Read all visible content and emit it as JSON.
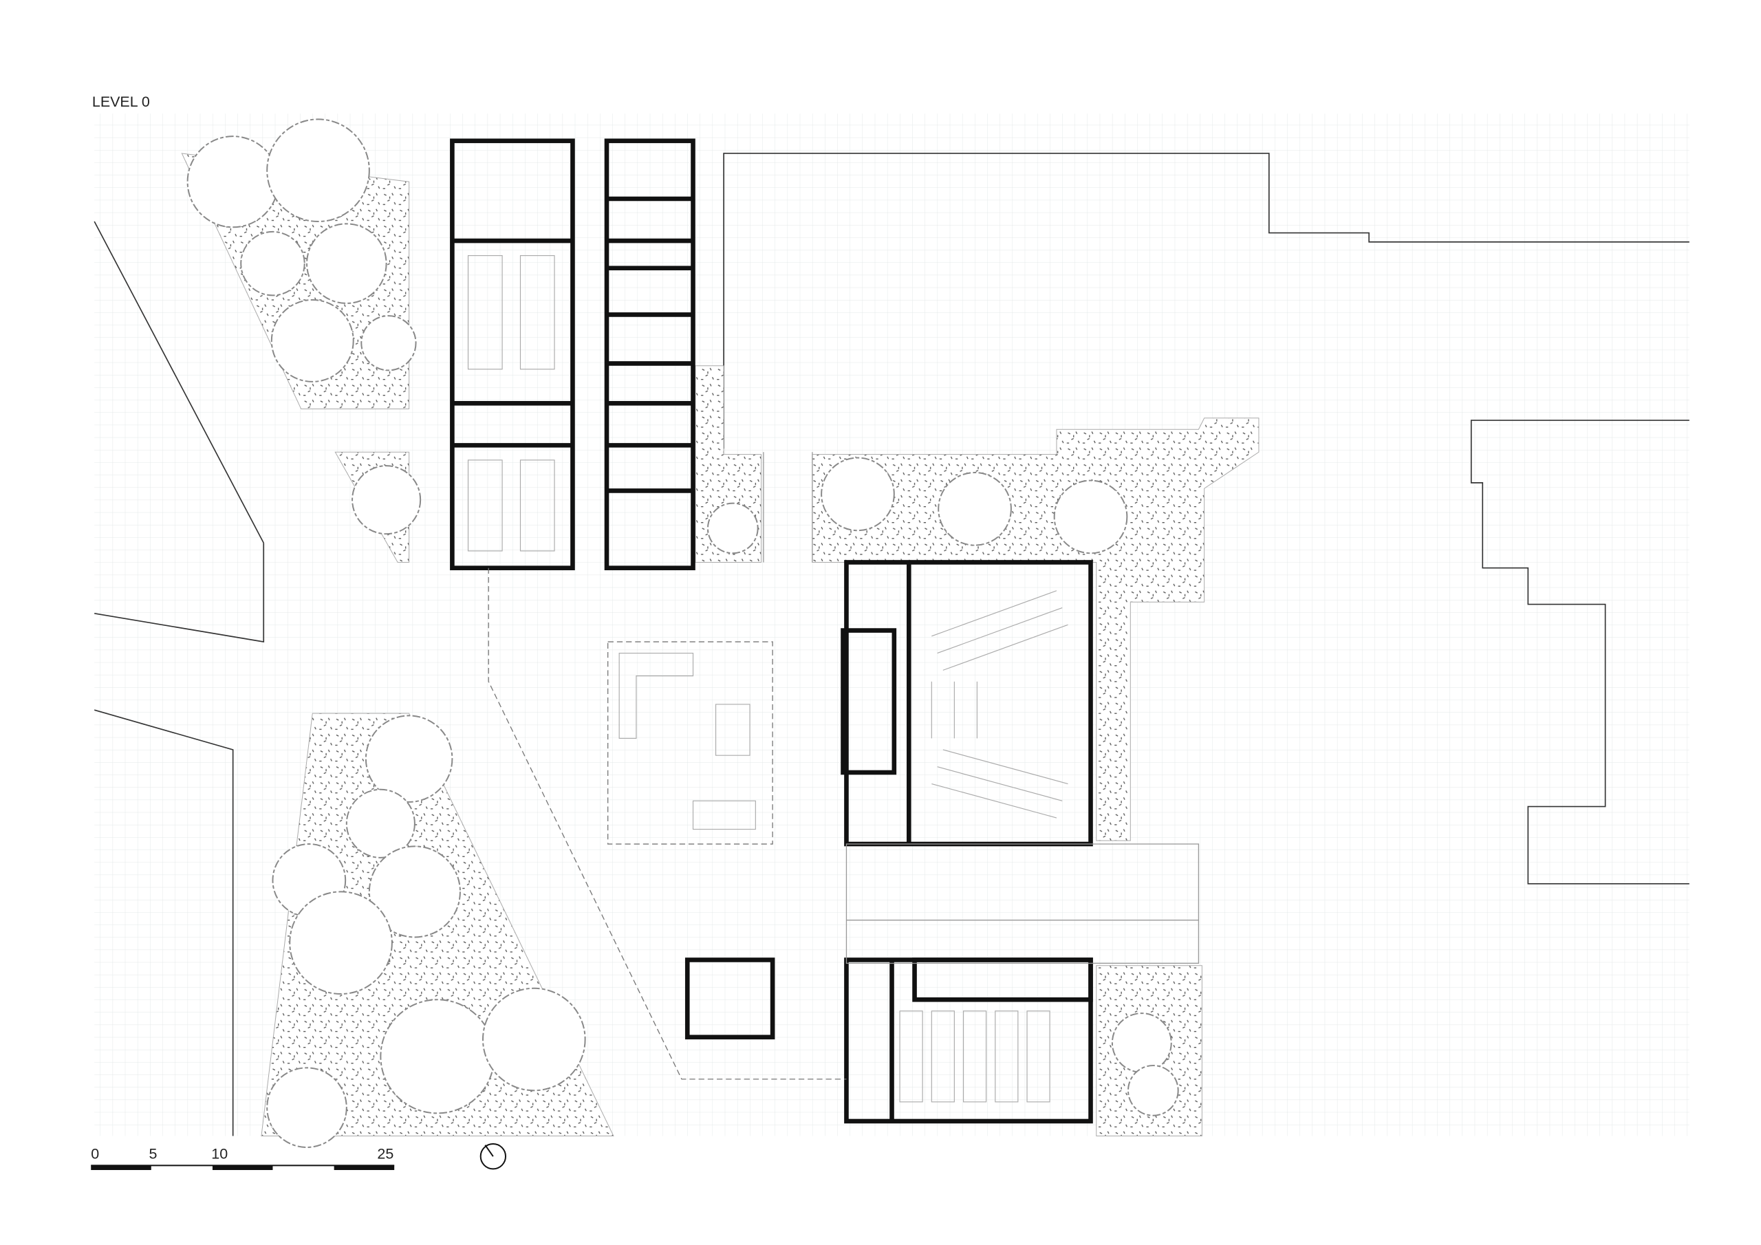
{
  "title": "LEVEL 0",
  "scale_bar": {
    "labels": [
      "0",
      "5",
      "10",
      "25"
    ],
    "unit_note": ""
  },
  "north_arrow": {
    "icon": "north-arrow-icon"
  },
  "colors": {
    "walls": "#111111",
    "grid": "#e3e8e8",
    "landscape": "#888888"
  }
}
